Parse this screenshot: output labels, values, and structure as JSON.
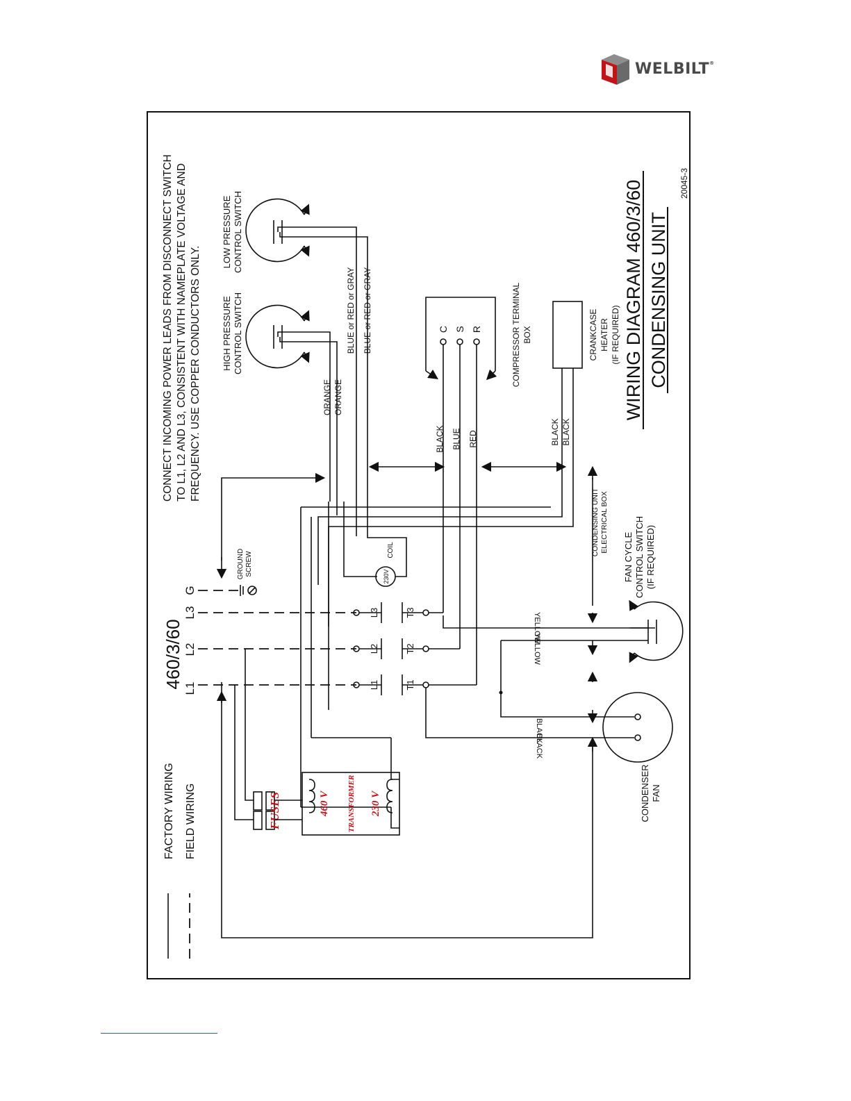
{
  "brand": {
    "name": "WELBILT",
    "reg": "®",
    "colors": {
      "red": "#c0141a",
      "gray": "#4a4a4a"
    }
  },
  "legend": {
    "factory": "FACTORY WIRING",
    "field": "FIELD WIRING"
  },
  "supply": {
    "rating": "460/3/60",
    "l1": "L1",
    "l2": "L2",
    "l3": "L3",
    "g": "G"
  },
  "ground": {
    "line1": "GROUND",
    "line2": "SCREW"
  },
  "instructions": [
    "CONNECT INCOMING POWER LEADS FROM DISCONNECT SWITCH",
    "TO L1, L2 AND L3, CONSISTENT WITH NAMEPLATE VOLTAGE AND",
    "FREQUENCY. USE COPPER CONDUCTORS ONLY."
  ],
  "hp_switch": {
    "line1": "HIGH PRESSURE",
    "line2": "CONTROL SWITCH"
  },
  "lp_switch": {
    "line1": "LOW PRESSURE",
    "line2": "CONTROL SWITCH"
  },
  "wires": {
    "orange": "ORANGE",
    "blue_red_gray": "BLUE or RED or GRAY",
    "black": "BLACK",
    "blue": "BLUE",
    "red": "RED",
    "yellow": "YELLOW"
  },
  "compressor": {
    "c": "C",
    "s": "S",
    "r": "R",
    "line1": "COMPRESSOR TERMINAL",
    "line2": "BOX"
  },
  "crankcase": {
    "line1": "CRANKCASE",
    "line2": "HEATER",
    "line3": "(IF REQUIRED)"
  },
  "coil": {
    "voltage": "230V",
    "label": "COIL"
  },
  "contactor": {
    "l1": "L1",
    "l2": "L2",
    "l3": "L3",
    "t1": "T1",
    "t2": "T2",
    "t3": "T3"
  },
  "electrical_box": {
    "line1": "CONDENSING UNIT",
    "line2": "ELECTRICAL BOX"
  },
  "fan_switch": {
    "line1": "FAN CYCLE",
    "line2": "CONTROL SWITCH",
    "line3": "(IF REQUIRED)"
  },
  "condenser_fan": {
    "line1": "CONDENSER",
    "line2": "FAN"
  },
  "fuses": "FUSES",
  "transformer": {
    "label": "TRANSFORMER",
    "primary": "460 V",
    "secondary": "230 V"
  },
  "title": {
    "line1": "WIRING DIAGRAM 460/3/60",
    "line2": "CONDENSING UNIT",
    "number": "20045-3"
  }
}
